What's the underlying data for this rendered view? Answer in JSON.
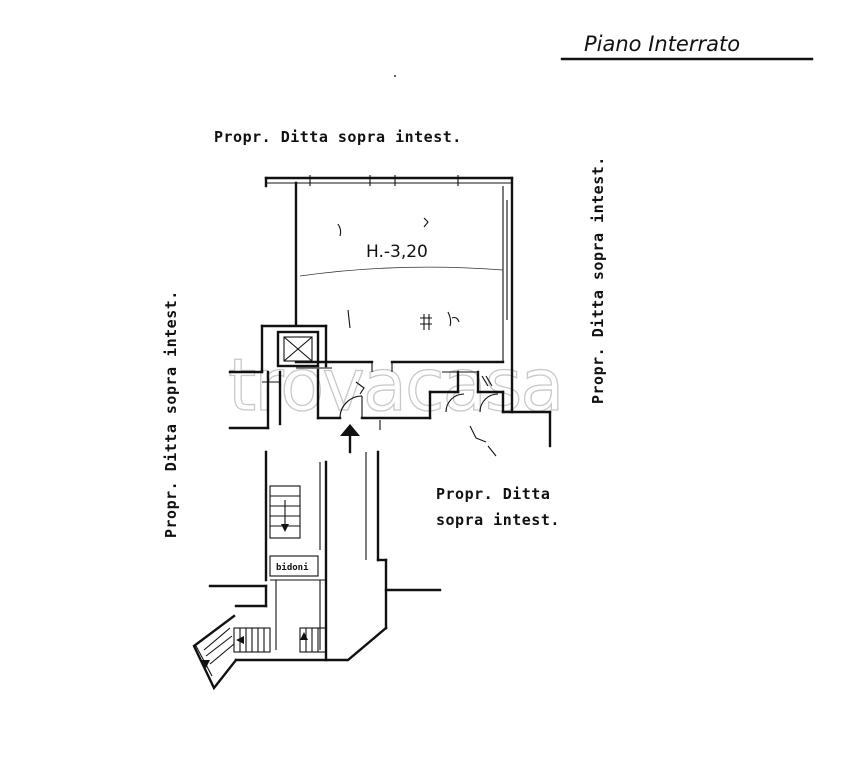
{
  "header": {
    "title": "Piano Interrato"
  },
  "labels": {
    "top": "Propr. Ditta sopra intest.",
    "left": "Propr. Ditta sopra intest.",
    "right": "Propr. Ditta sopra intest.",
    "center_line1": "Propr. Ditta",
    "center_line2": "sopra intest."
  },
  "room": {
    "height": "H.-3,20",
    "bins": "bidoni"
  },
  "watermark": {
    "text": "trovacasa"
  }
}
